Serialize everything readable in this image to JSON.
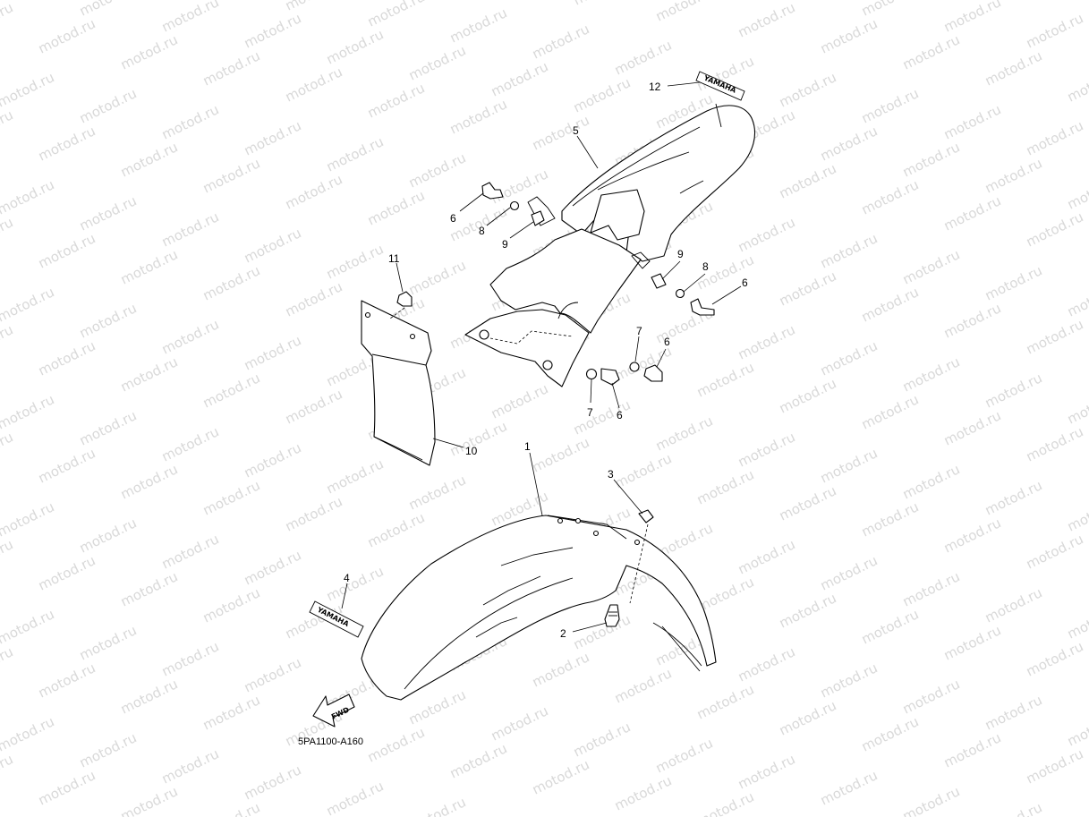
{
  "diagram": {
    "code": "5PA1100-A160",
    "watermark": "motod.ru",
    "fwd_label": "FWD",
    "brand_decal": "YAMAHA",
    "callouts": [
      {
        "id": "c1",
        "label": "1"
      },
      {
        "id": "c2",
        "label": "2"
      },
      {
        "id": "c3",
        "label": "3"
      },
      {
        "id": "c4",
        "label": "4"
      },
      {
        "id": "c5",
        "label": "5"
      },
      {
        "id": "c6a",
        "label": "6"
      },
      {
        "id": "c6b",
        "label": "6"
      },
      {
        "id": "c6c",
        "label": "6"
      },
      {
        "id": "c6d",
        "label": "6"
      },
      {
        "id": "c7a",
        "label": "7"
      },
      {
        "id": "c7b",
        "label": "7"
      },
      {
        "id": "c8a",
        "label": "8"
      },
      {
        "id": "c8b",
        "label": "8"
      },
      {
        "id": "c9a",
        "label": "9"
      },
      {
        "id": "c9b",
        "label": "9"
      },
      {
        "id": "c10",
        "label": "10"
      },
      {
        "id": "c11",
        "label": "11"
      },
      {
        "id": "c12",
        "label": "12"
      }
    ]
  }
}
